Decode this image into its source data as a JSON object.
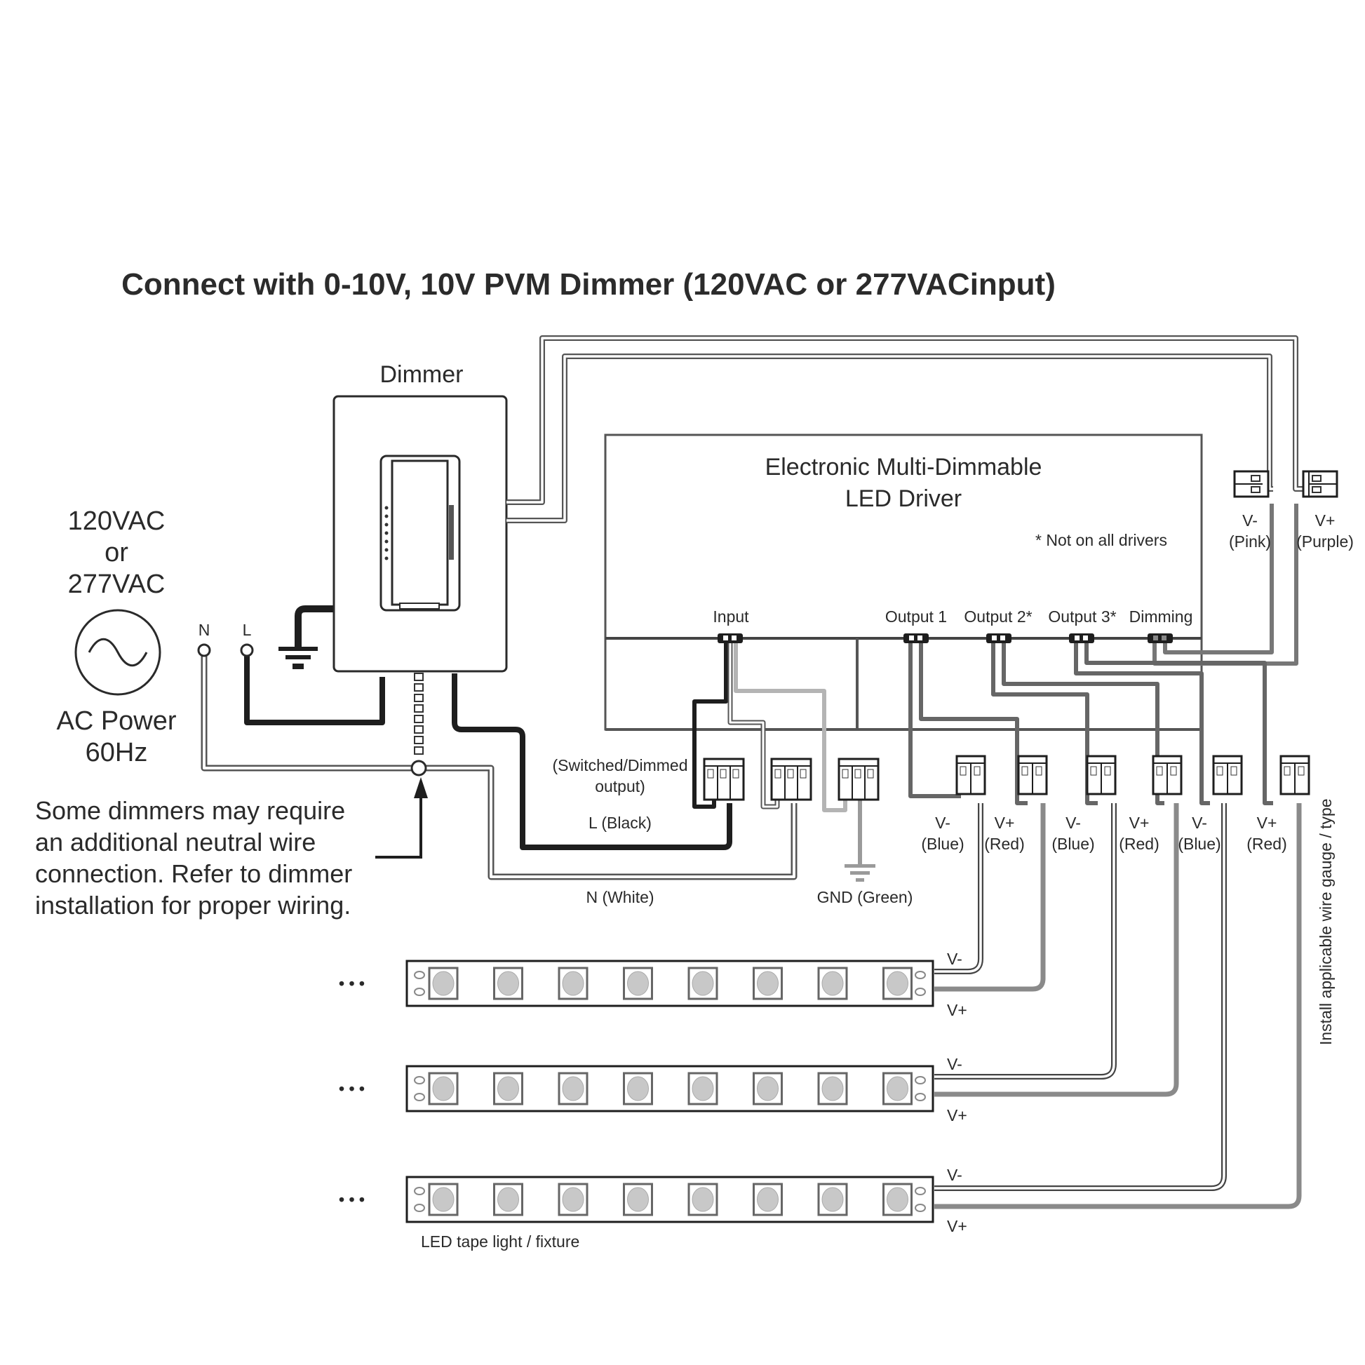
{
  "title": "Connect with 0-10V, 10V PVM Dimmer (120VAC or 277VACinput)",
  "power_source": {
    "voltage_lines": [
      "120VAC",
      "or",
      "277VAC"
    ],
    "caption_lines": [
      "AC Power",
      "60Hz"
    ],
    "icon": "ac-sine-wave-icon"
  },
  "terminals": {
    "neutral": "N",
    "line": "L"
  },
  "dimmer": {
    "label": "Dimmer"
  },
  "note": {
    "lines": [
      "Some dimmers may require",
      "an additional neutral wire",
      "connection. Refer to dimmer",
      "installation for proper wiring."
    ]
  },
  "driver": {
    "title_lines": [
      "Electronic Multi-Dimmable",
      "LED Driver"
    ],
    "footnote": "* Not on all drivers",
    "ports": [
      "Input",
      "Output 1",
      "Output 2*",
      "Output 3*",
      "Dimming"
    ]
  },
  "dimming_connectors": [
    {
      "polarity": "V-",
      "color": "(Pink)"
    },
    {
      "polarity": "V+",
      "color": "(Purple)"
    }
  ],
  "input_wires": {
    "switched_lines": [
      "(Switched/Dimmed",
      "output)"
    ],
    "line": "L (Black)",
    "neutral": "N (White)",
    "ground": "GND (Green)"
  },
  "output_connectors": [
    {
      "polarity": "V-",
      "color": "(Blue)"
    },
    {
      "polarity": "V+",
      "color": "(Red)"
    },
    {
      "polarity": "V-",
      "color": "(Blue)"
    },
    {
      "polarity": "V+",
      "color": "(Red)"
    },
    {
      "polarity": "V-",
      "color": "(Blue)"
    },
    {
      "polarity": "V+",
      "color": "(Red)"
    }
  ],
  "wire_note": "Install applicable wire gauge / type",
  "led_strips": {
    "count": 3,
    "leds_per_strip": 8,
    "continuation": "• • •",
    "neg_label": "V-",
    "pos_label": "V+",
    "caption": "LED tape light / fixture"
  },
  "colors": {
    "line_dark": "#1e1e1e",
    "wire_gray": "#8a8a8a",
    "wire_light": "#b4b4b4",
    "led_fill": "#c8c8c8",
    "text": "#2a2a2a"
  }
}
